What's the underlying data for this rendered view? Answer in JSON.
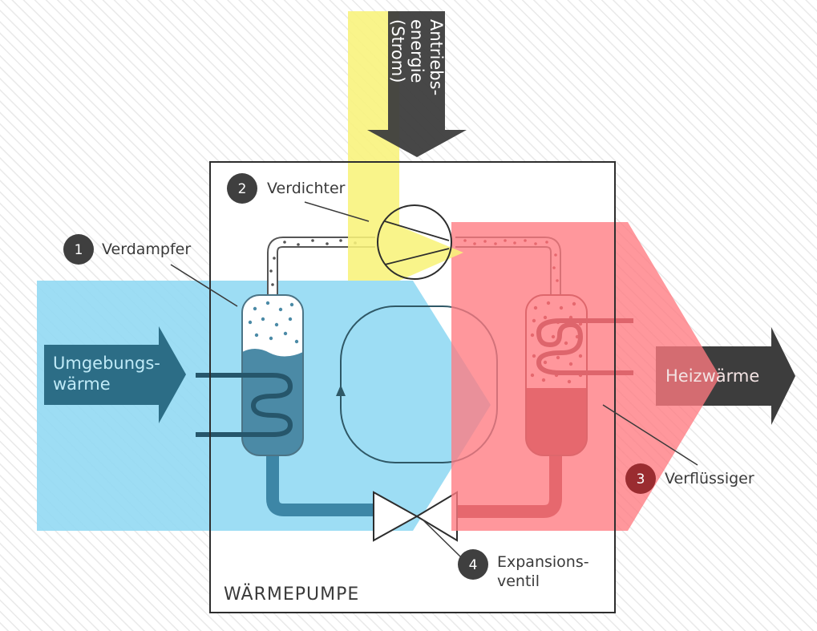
{
  "labels": {
    "compressor": {
      "number": "2",
      "text": "Verdichter"
    },
    "evaporator": {
      "number": "1",
      "text": "Verdampfer"
    },
    "condenser": {
      "number": "3",
      "text": "Verflüssiger"
    },
    "valve": {
      "number": "4",
      "line1": "Expansions-",
      "line2": "ventil"
    }
  },
  "arrows": {
    "ambient": {
      "line1": "Umgebungs-",
      "line2": "wärme"
    },
    "heating": {
      "text": "Heizwärme"
    },
    "drive": {
      "line1": "Antriebs-",
      "line2": "energie",
      "line3": "(Strom)"
    }
  },
  "box_title": "WÄRMEPUMPE",
  "colors": {
    "blue_zone": "#8fd8f3",
    "red_zone": "#ff8f92",
    "yellow_zone": "#f8f27a",
    "ambient_arrow": "#2c6d86",
    "heating_arrow": "#3d3d3d",
    "drive_arrow": "#3d3d3d",
    "evaporator_fill": "#4b8aa6",
    "condenser_fill": "#8f2a2e",
    "cold_pipe": "#3d86a6",
    "hot_pipe": "#8c2b30",
    "badge": "#3f3f3f",
    "badge_condenser": "#9a2c30",
    "outline": "#2d2d2d"
  }
}
